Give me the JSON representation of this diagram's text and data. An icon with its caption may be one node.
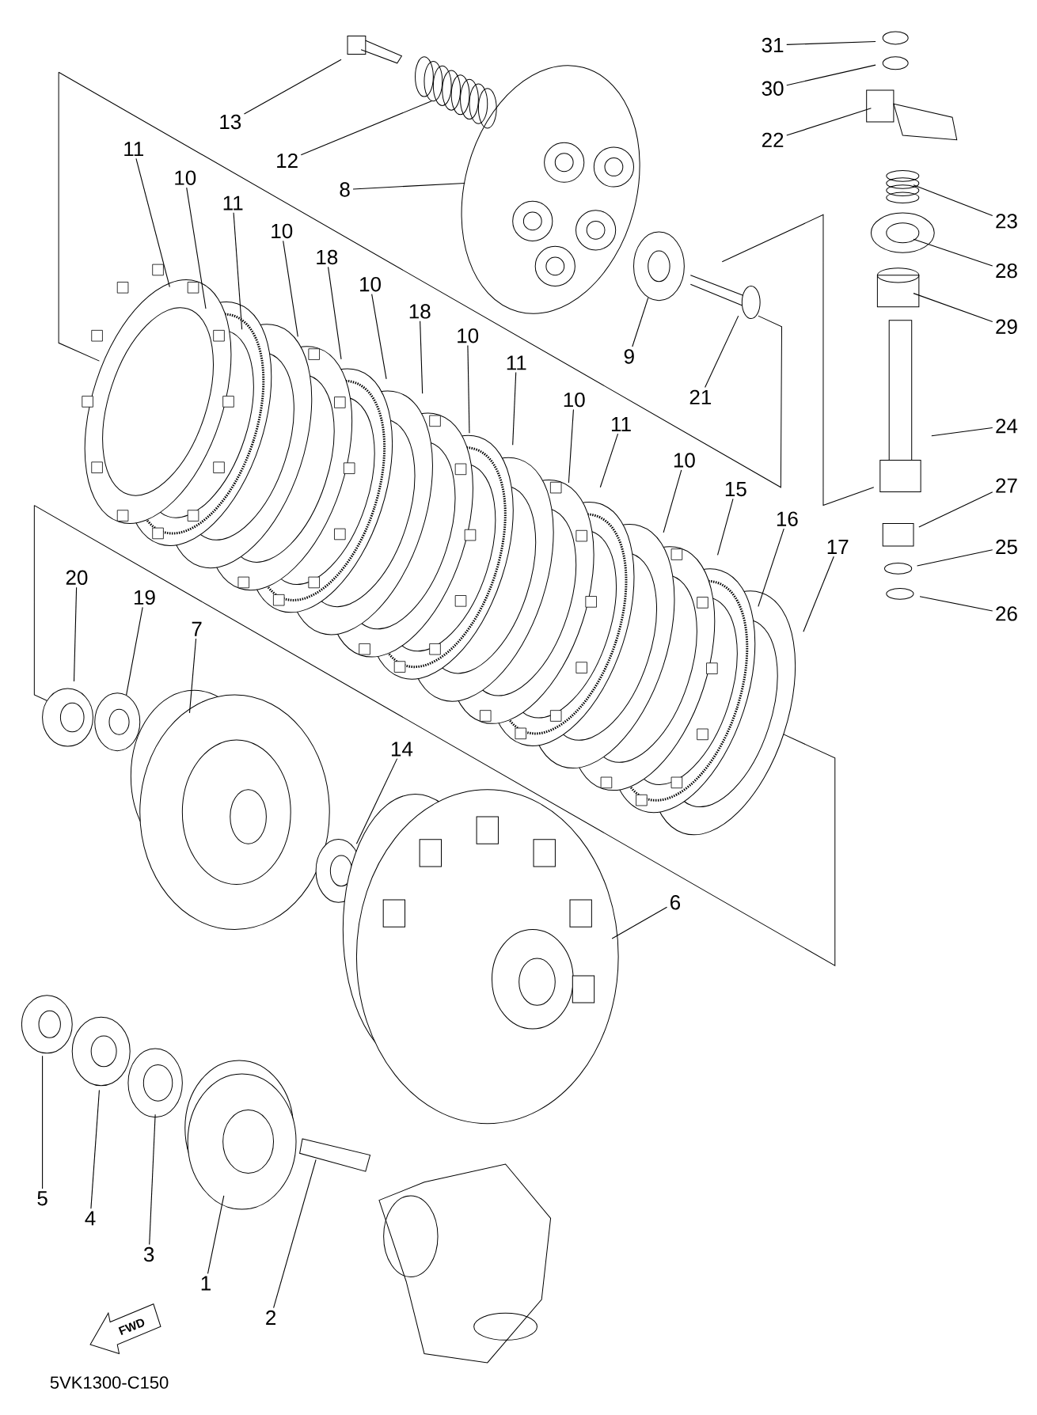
{
  "diagram": {
    "nodes": [
      {
        "text": [
          "13"
        ]
      },
      {
        "text": [
          "12"
        ]
      },
      {
        "text": [
          "8"
        ]
      },
      {
        "text": [
          "11"
        ]
      },
      {
        "text": [
          "10"
        ]
      },
      {
        "text": [
          "11"
        ]
      },
      {
        "text": [
          "10"
        ]
      },
      {
        "text": [
          "18"
        ]
      },
      {
        "text": [
          "10"
        ]
      },
      {
        "text": [
          "18"
        ]
      },
      {
        "text": [
          "10"
        ]
      },
      {
        "text": [
          "11"
        ]
      },
      {
        "text": [
          "10"
        ]
      },
      {
        "text": [
          "11"
        ]
      },
      {
        "text": [
          "10"
        ]
      },
      {
        "text": [
          "15"
        ]
      },
      {
        "text": [
          "16"
        ]
      },
      {
        "text": [
          "17"
        ]
      },
      {
        "text": [
          "9"
        ]
      },
      {
        "text": [
          "21"
        ]
      },
      {
        "text": [
          "31"
        ]
      },
      {
        "text": [
          "30"
        ]
      },
      {
        "text": [
          "22"
        ]
      },
      {
        "text": [
          "23"
        ]
      },
      {
        "text": [
          "28"
        ]
      },
      {
        "text": [
          "29"
        ]
      },
      {
        "text": [
          "24"
        ]
      },
      {
        "text": [
          "27"
        ]
      },
      {
        "text": [
          "25"
        ]
      },
      {
        "text": [
          "26"
        ]
      },
      {
        "text": [
          "20"
        ]
      },
      {
        "text": [
          "19"
        ]
      },
      {
        "text": [
          "7"
        ]
      },
      {
        "text": [
          "14"
        ]
      },
      {
        "text": [
          "6"
        ]
      },
      {
        "text": [
          "5"
        ]
      },
      {
        "text": [
          "4"
        ]
      },
      {
        "text": [
          "3"
        ]
      },
      {
        "text": [
          "1"
        ]
      },
      {
        "text": [
          "2"
        ]
      }
    ],
    "edges": [
      {
        "from": 0,
        "to": null,
        "arrow": "none"
      },
      {
        "from": 1,
        "to": null,
        "arrow": "none"
      },
      {
        "from": 2,
        "to": null,
        "arrow": "none"
      },
      {
        "from": 3,
        "to": null,
        "arrow": "none"
      },
      {
        "from": 4,
        "to": null,
        "arrow": "none"
      },
      {
        "from": 5,
        "to": null,
        "arrow": "none"
      },
      {
        "from": 6,
        "to": null,
        "arrow": "none"
      },
      {
        "from": 7,
        "to": null,
        "arrow": "none"
      },
      {
        "from": 8,
        "to": null,
        "arrow": "none"
      },
      {
        "from": 9,
        "to": null,
        "arrow": "none"
      },
      {
        "from": 10,
        "to": null,
        "arrow": "none"
      },
      {
        "from": 11,
        "to": null,
        "arrow": "none"
      },
      {
        "from": 12,
        "to": null,
        "arrow": "none"
      },
      {
        "from": 13,
        "to": null,
        "arrow": "none"
      },
      {
        "from": 14,
        "to": null,
        "arrow": "none"
      },
      {
        "from": 15,
        "to": null,
        "arrow": "none"
      },
      {
        "from": 16,
        "to": null,
        "arrow": "none"
      },
      {
        "from": 17,
        "to": null,
        "arrow": "none"
      },
      {
        "from": 18,
        "to": null,
        "arrow": "none"
      },
      {
        "from": 19,
        "to": null,
        "arrow": "none"
      },
      {
        "from": 20,
        "to": null,
        "arrow": "none"
      },
      {
        "from": 21,
        "to": null,
        "arrow": "none"
      },
      {
        "from": 22,
        "to": null,
        "arrow": "none"
      },
      {
        "from": 23,
        "to": null,
        "arrow": "none"
      },
      {
        "from": 24,
        "to": null,
        "arrow": "none"
      },
      {
        "from": 25,
        "to": null,
        "arrow": "none"
      },
      {
        "from": 26,
        "to": null,
        "arrow": "none"
      },
      {
        "from": 27,
        "to": null,
        "arrow": "none"
      },
      {
        "from": 28,
        "to": null,
        "arrow": "none"
      },
      {
        "from": 29,
        "to": null,
        "arrow": "none"
      },
      {
        "from": 30,
        "to": null,
        "arrow": "none"
      },
      {
        "from": 31,
        "to": null,
        "arrow": "none"
      },
      {
        "from": 32,
        "to": null,
        "arrow": "none"
      },
      {
        "from": 33,
        "to": null,
        "arrow": "none"
      },
      {
        "from": 34,
        "to": null,
        "arrow": "none"
      },
      {
        "from": 35,
        "to": null,
        "arrow": "none"
      },
      {
        "from": 36,
        "to": null,
        "arrow": "none"
      },
      {
        "from": 37,
        "to": null,
        "arrow": "none"
      },
      {
        "from": 38,
        "to": null,
        "arrow": "none"
      },
      {
        "from": 39,
        "to": null,
        "arrow": "none"
      }
    ],
    "labels": [
      "FWD",
      "5VK1300-C150"
    ]
  }
}
